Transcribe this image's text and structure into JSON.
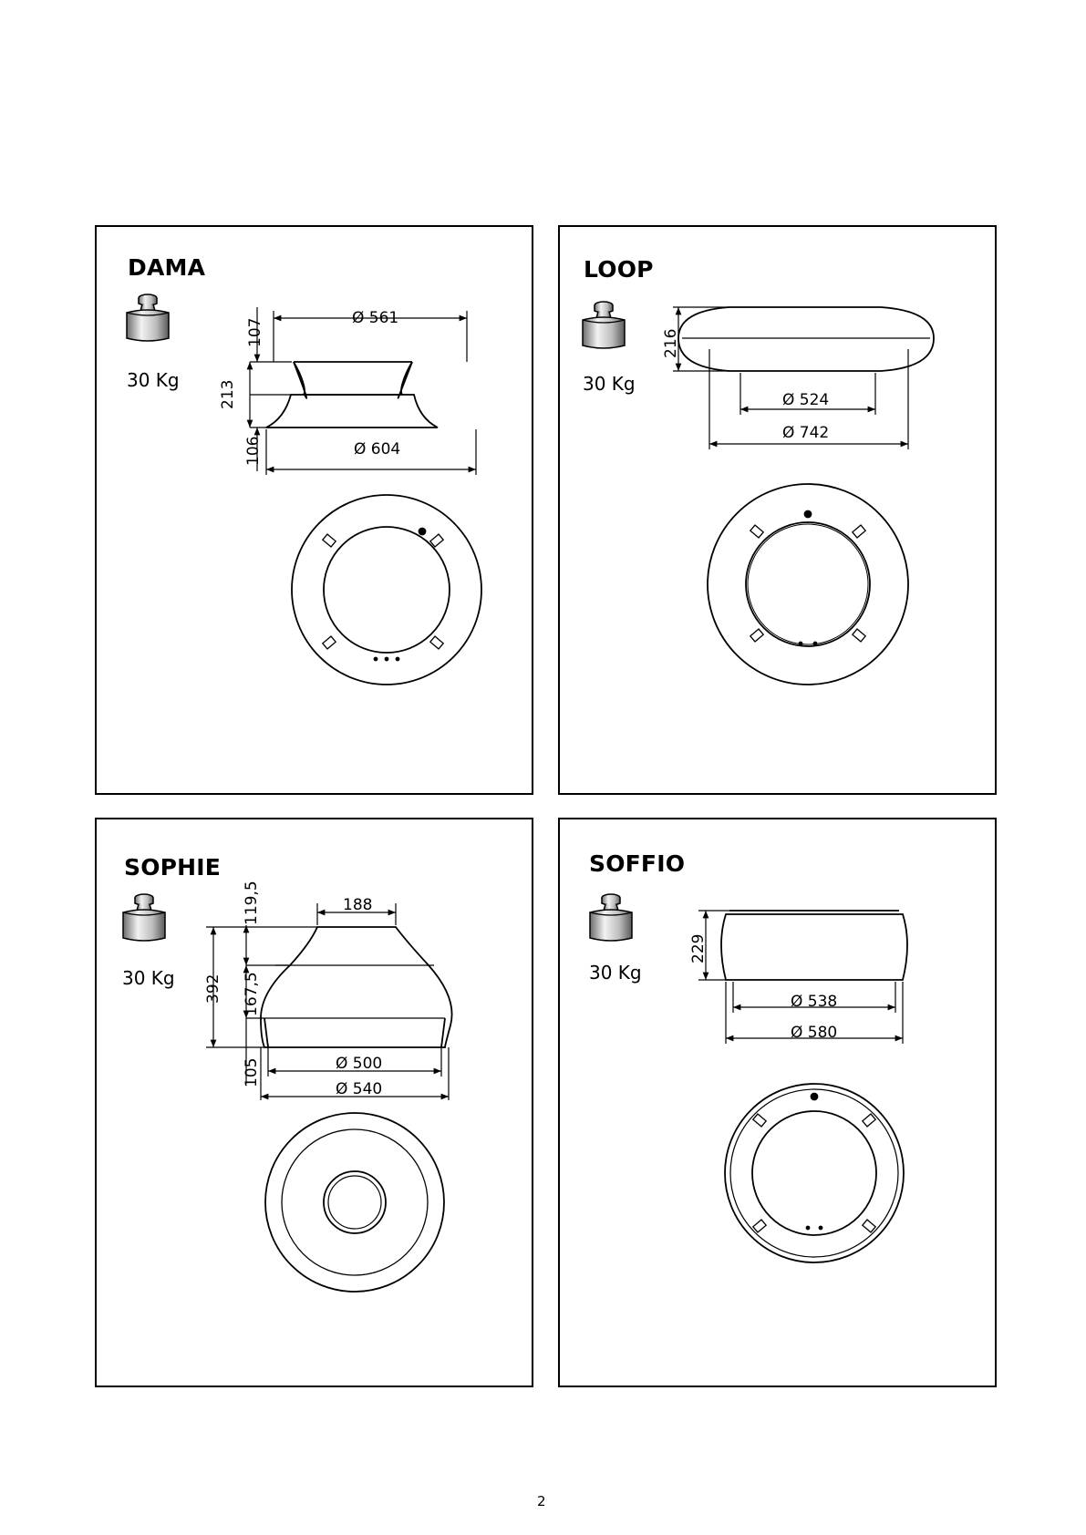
{
  "page_number": "2",
  "panels": {
    "dama": {
      "title": "DAMA",
      "weight": "30 Kg",
      "dims": {
        "top_height": "107",
        "body_height": "213",
        "bottom_height": "106",
        "top_diameter": "Ø 561",
        "bottom_diameter": "Ø 604"
      }
    },
    "loop": {
      "title": "LOOP",
      "weight": "30 Kg",
      "dims": {
        "height": "216",
        "inner_diameter": "Ø 524",
        "outer_diameter": "Ø 742"
      }
    },
    "sophie": {
      "title": "SOPHIE",
      "weight": "30 Kg",
      "dims": {
        "top_height": "119,5",
        "total_height": "392",
        "mid_height": "167,5",
        "bottom_height": "105",
        "top_diameter": "188",
        "inner_diameter": "Ø 500",
        "outer_diameter": "Ø 540"
      }
    },
    "soffio": {
      "title": "SOFFIO",
      "weight": "30 Kg",
      "dims": {
        "height": "229",
        "inner_diameter": "Ø 538",
        "outer_diameter": "Ø 580"
      }
    }
  }
}
